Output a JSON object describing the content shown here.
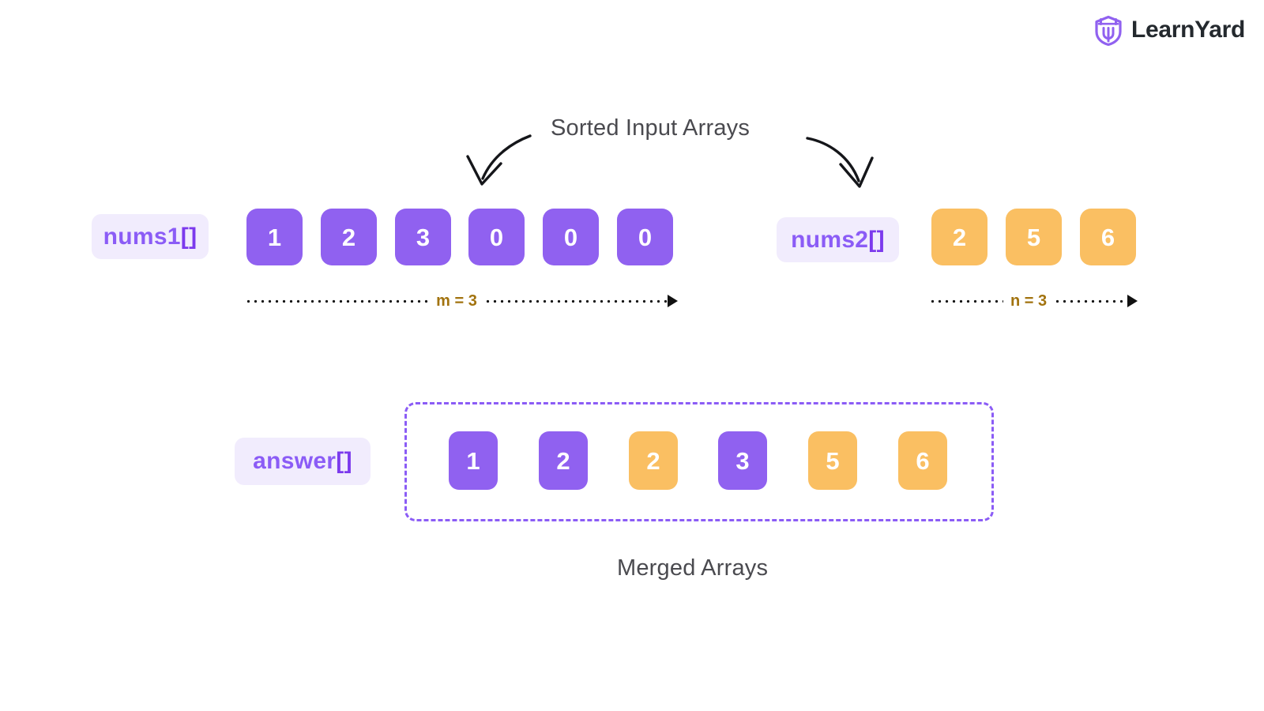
{
  "brand": {
    "name": "LearnYard",
    "logo_icon": "shield-logo-icon",
    "accent": "#9061f0"
  },
  "captions": {
    "top": "Sorted Input Arrays",
    "bottom": "Merged Arrays"
  },
  "colors": {
    "purple_cell": "#9061f0",
    "orange_cell": "#fabf62",
    "pill_bg": "#f1ecfd",
    "pill_text": "#8b5cf6",
    "dashed_border": "#8b5cf6",
    "ruler_label": "#a2730f",
    "caption_text": "#4a4a4f"
  },
  "arrays": {
    "nums1": {
      "label": "nums1[]",
      "cells": [
        {
          "value": "1",
          "color": "purple"
        },
        {
          "value": "2",
          "color": "purple"
        },
        {
          "value": "3",
          "color": "purple"
        },
        {
          "value": "0",
          "color": "purple"
        },
        {
          "value": "0",
          "color": "purple"
        },
        {
          "value": "0",
          "color": "purple"
        }
      ],
      "span_label": "m = 3"
    },
    "nums2": {
      "label": "nums2[]",
      "cells": [
        {
          "value": "2",
          "color": "orange"
        },
        {
          "value": "5",
          "color": "orange"
        },
        {
          "value": "6",
          "color": "orange"
        }
      ],
      "span_label": "n = 3"
    },
    "answer": {
      "label": "answer[]",
      "cells": [
        {
          "value": "1",
          "color": "purple"
        },
        {
          "value": "2",
          "color": "purple"
        },
        {
          "value": "2",
          "color": "orange"
        },
        {
          "value": "3",
          "color": "purple"
        },
        {
          "value": "5",
          "color": "orange"
        },
        {
          "value": "6",
          "color": "orange"
        }
      ]
    }
  },
  "annotations": {
    "arrow_left_icon": "curved-arrow-down-left-icon",
    "arrow_right_icon": "curved-arrow-down-right-icon"
  }
}
